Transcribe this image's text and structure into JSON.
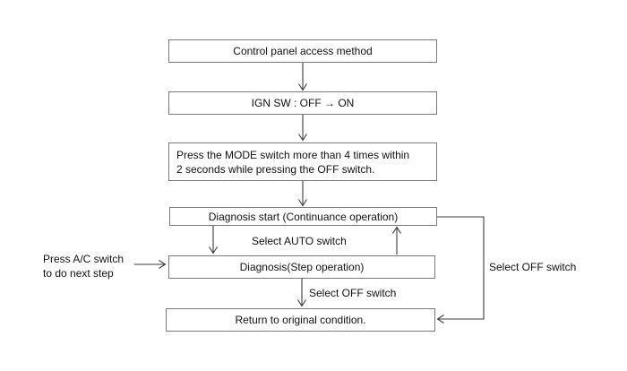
{
  "diagram": {
    "nodes": {
      "box1": {
        "label": "Control panel access method"
      },
      "box2": {
        "label": "IGN SW : OFF → ON"
      },
      "box3": {
        "line1": "Press the MODE switch more than 4 times within",
        "line2": "2 seconds while pressing the OFF switch."
      },
      "box4": {
        "label": "Diagnosis start (Continuance operation)"
      },
      "box5": {
        "label": "Diagnosis(Step operation)"
      },
      "box6": {
        "label": "Return to original condition."
      }
    },
    "edge_labels": {
      "select_auto": "Select AUTO switch",
      "select_off_mid": "Select OFF switch",
      "select_off_right": "Select OFF switch",
      "press_ac_line1": "Press A/C switch",
      "press_ac_line2": "to do next step"
    },
    "colors": {
      "box_border": "#7a7a7a",
      "arrow_line": "#3d3d3d",
      "text": "#111111",
      "background": "#ffffff"
    }
  }
}
